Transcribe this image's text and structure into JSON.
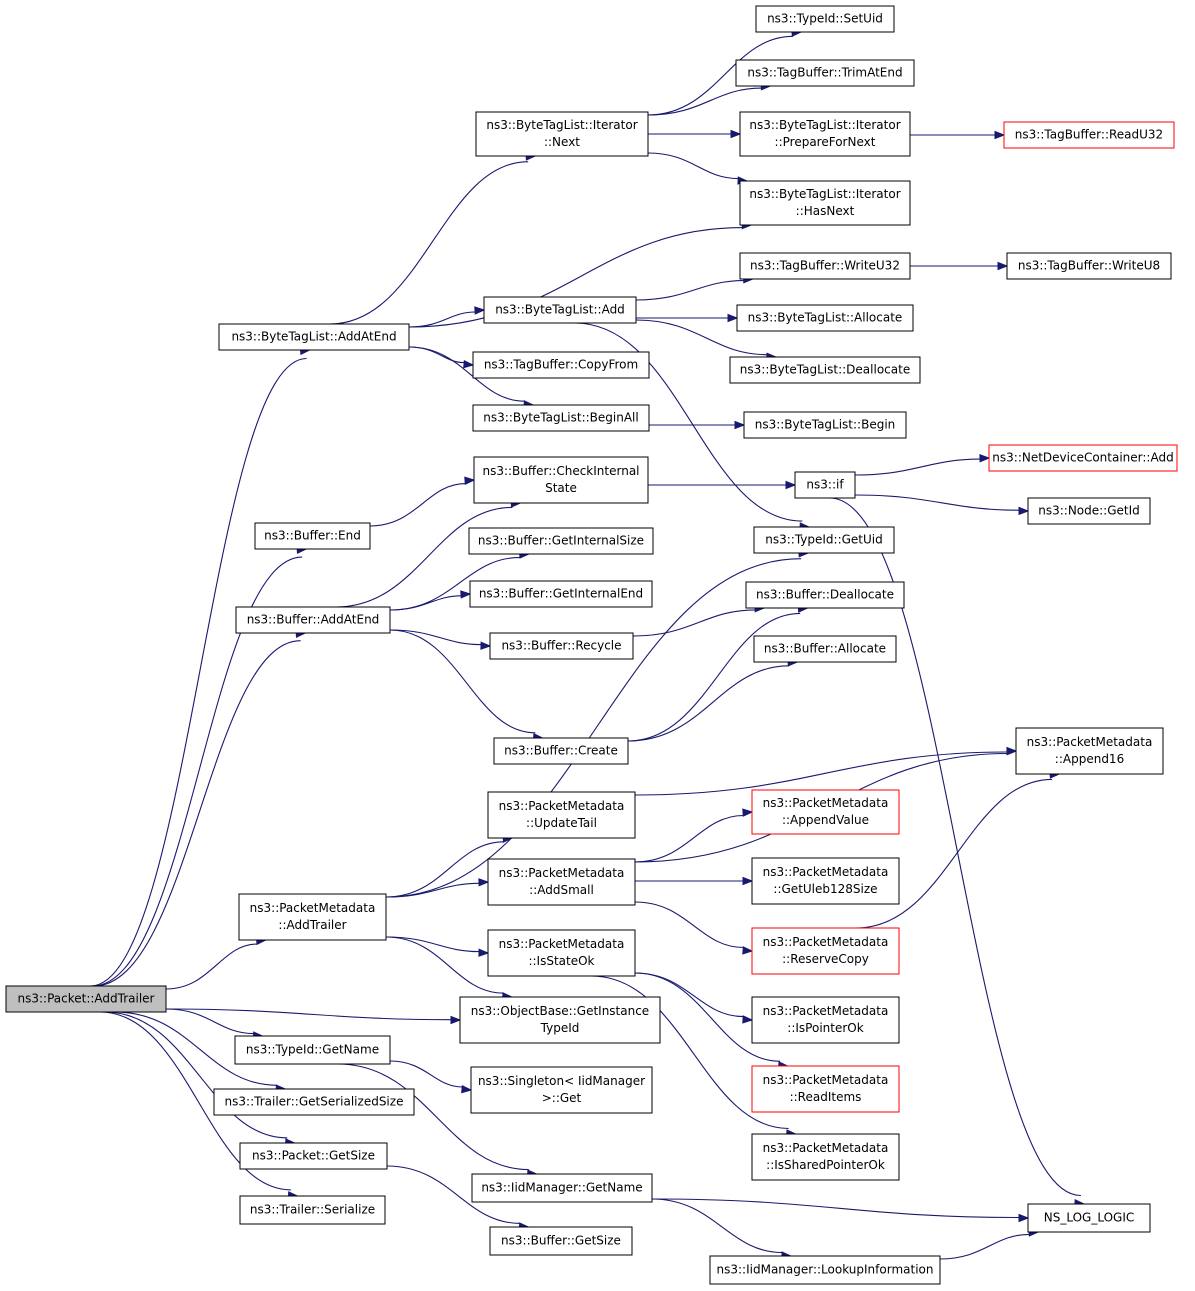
{
  "colors": {
    "edge": "#191970",
    "border": "#000000",
    "external_border": "#ff0000",
    "root_fill": "#bfbfbf",
    "background": "#ffffff"
  },
  "nodes": [
    {
      "id": "root",
      "lines": [
        "ns3::Packet::AddTrailer"
      ],
      "root": true
    },
    {
      "id": "tid_setuid",
      "lines": [
        "ns3::TypeId::SetUid"
      ]
    },
    {
      "id": "tagbuf_trim",
      "lines": [
        "ns3::TagBuffer::TrimAtEnd"
      ]
    },
    {
      "id": "btl_iter_next",
      "lines": [
        "ns3::ByteTagList::Iterator",
        "::Next"
      ]
    },
    {
      "id": "btl_iter_prep",
      "lines": [
        "ns3::ByteTagList::Iterator",
        "::PrepareForNext"
      ]
    },
    {
      "id": "tagbuf_readu32",
      "lines": [
        "ns3::TagBuffer::ReadU32"
      ],
      "external": true
    },
    {
      "id": "btl_iter_hasnext",
      "lines": [
        "ns3::ByteTagList::Iterator",
        "::HasNext"
      ]
    },
    {
      "id": "tagbuf_writeu32",
      "lines": [
        "ns3::TagBuffer::WriteU32"
      ]
    },
    {
      "id": "tagbuf_writeu8",
      "lines": [
        "ns3::TagBuffer::WriteU8"
      ]
    },
    {
      "id": "btl_add",
      "lines": [
        "ns3::ByteTagList::Add"
      ]
    },
    {
      "id": "btl_allocate",
      "lines": [
        "ns3::ByteTagList::Allocate"
      ]
    },
    {
      "id": "btl_addatend",
      "lines": [
        "ns3::ByteTagList::AddAtEnd"
      ]
    },
    {
      "id": "tagbuf_copyfrom",
      "lines": [
        "ns3::TagBuffer::CopyFrom"
      ]
    },
    {
      "id": "btl_deallocate",
      "lines": [
        "ns3::ByteTagList::Deallocate"
      ]
    },
    {
      "id": "btl_beginall",
      "lines": [
        "ns3::ByteTagList::BeginAll"
      ]
    },
    {
      "id": "btl_begin",
      "lines": [
        "ns3::ByteTagList::Begin"
      ]
    },
    {
      "id": "buf_check",
      "lines": [
        "ns3::Buffer::CheckInternal",
        "State"
      ]
    },
    {
      "id": "ns3_if",
      "lines": [
        "ns3::if"
      ]
    },
    {
      "id": "ndc_add",
      "lines": [
        "ns3::NetDeviceContainer::Add"
      ],
      "external": true
    },
    {
      "id": "node_getid",
      "lines": [
        "ns3::Node::GetId"
      ]
    },
    {
      "id": "buf_end",
      "lines": [
        "ns3::Buffer::End"
      ]
    },
    {
      "id": "buf_getintsize",
      "lines": [
        "ns3::Buffer::GetInternalSize"
      ]
    },
    {
      "id": "tid_getuid",
      "lines": [
        "ns3::TypeId::GetUid"
      ]
    },
    {
      "id": "buf_getintend",
      "lines": [
        "ns3::Buffer::GetInternalEnd"
      ]
    },
    {
      "id": "buf_dealloc",
      "lines": [
        "ns3::Buffer::Deallocate"
      ]
    },
    {
      "id": "buf_addatend",
      "lines": [
        "ns3::Buffer::AddAtEnd"
      ]
    },
    {
      "id": "buf_recycle",
      "lines": [
        "ns3::Buffer::Recycle"
      ]
    },
    {
      "id": "buf_alloc",
      "lines": [
        "ns3::Buffer::Allocate"
      ]
    },
    {
      "id": "buf_create",
      "lines": [
        "ns3::Buffer::Create"
      ]
    },
    {
      "id": "pm_append16",
      "lines": [
        "ns3::PacketMetadata",
        "::Append16"
      ]
    },
    {
      "id": "pm_updatetail",
      "lines": [
        "ns3::PacketMetadata",
        "::UpdateTail"
      ]
    },
    {
      "id": "pm_appendvalue",
      "lines": [
        "ns3::PacketMetadata",
        "::AppendValue"
      ],
      "external": true
    },
    {
      "id": "pm_addsmall",
      "lines": [
        "ns3::PacketMetadata",
        "::AddSmall"
      ]
    },
    {
      "id": "pm_getuleb",
      "lines": [
        "ns3::PacketMetadata",
        "::GetUleb128Size"
      ]
    },
    {
      "id": "pm_addtrailer",
      "lines": [
        "ns3::PacketMetadata",
        "::AddTrailer"
      ]
    },
    {
      "id": "pm_isstateok",
      "lines": [
        "ns3::PacketMetadata",
        "::IsStateOk"
      ]
    },
    {
      "id": "pm_reservecopy",
      "lines": [
        "ns3::PacketMetadata",
        "::ReserveCopy"
      ],
      "external": true
    },
    {
      "id": "ob_getinst",
      "lines": [
        "ns3::ObjectBase::GetInstance",
        "TypeId"
      ]
    },
    {
      "id": "pm_ispointerok",
      "lines": [
        "ns3::PacketMetadata",
        "::IsPointerOk"
      ]
    },
    {
      "id": "tid_getname",
      "lines": [
        "ns3::TypeId::GetName"
      ]
    },
    {
      "id": "singleton_get",
      "lines": [
        "ns3::Singleton< IidManager",
        ">::Get"
      ]
    },
    {
      "id": "pm_readitems",
      "lines": [
        "ns3::PacketMetadata",
        "::ReadItems"
      ],
      "external": true
    },
    {
      "id": "trailer_getsersize",
      "lines": [
        "ns3::Trailer::GetSerializedSize"
      ]
    },
    {
      "id": "pm_issharedptr",
      "lines": [
        "ns3::PacketMetadata",
        "::IsSharedPointerOk"
      ]
    },
    {
      "id": "packet_getsize",
      "lines": [
        "ns3::Packet::GetSize"
      ]
    },
    {
      "id": "iid_getname",
      "lines": [
        "ns3::IidManager::GetName"
      ]
    },
    {
      "id": "ns_log_logic",
      "lines": [
        "NS_LOG_LOGIC"
      ]
    },
    {
      "id": "trailer_serialize",
      "lines": [
        "ns3::Trailer::Serialize"
      ]
    },
    {
      "id": "buf_getsize",
      "lines": [
        "ns3::Buffer::GetSize"
      ]
    },
    {
      "id": "iid_lookup",
      "lines": [
        "ns3::IidManager::LookupInformation"
      ]
    }
  ],
  "edges": [
    [
      "root",
      "btl_addatend"
    ],
    [
      "root",
      "buf_end"
    ],
    [
      "root",
      "buf_addatend"
    ],
    [
      "root",
      "pm_addtrailer"
    ],
    [
      "root",
      "ob_getinst"
    ],
    [
      "root",
      "tid_getname"
    ],
    [
      "root",
      "trailer_getsersize"
    ],
    [
      "root",
      "packet_getsize"
    ],
    [
      "root",
      "trailer_serialize"
    ],
    [
      "btl_addatend",
      "btl_iter_next"
    ],
    [
      "btl_addatend",
      "btl_iter_hasnext"
    ],
    [
      "btl_addatend",
      "btl_add"
    ],
    [
      "btl_addatend",
      "tagbuf_copyfrom"
    ],
    [
      "btl_addatend",
      "btl_beginall"
    ],
    [
      "btl_iter_next",
      "tid_setuid"
    ],
    [
      "btl_iter_next",
      "tagbuf_trim"
    ],
    [
      "btl_iter_next",
      "btl_iter_prep"
    ],
    [
      "btl_iter_next",
      "btl_iter_hasnext"
    ],
    [
      "btl_iter_prep",
      "tagbuf_readu32"
    ],
    [
      "btl_add",
      "tagbuf_writeu32"
    ],
    [
      "btl_add",
      "btl_allocate"
    ],
    [
      "btl_add",
      "btl_deallocate"
    ],
    [
      "btl_add",
      "tid_getuid"
    ],
    [
      "tagbuf_writeu32",
      "tagbuf_writeu8"
    ],
    [
      "btl_beginall",
      "btl_begin"
    ],
    [
      "buf_end",
      "buf_check"
    ],
    [
      "buf_check",
      "ns3_if"
    ],
    [
      "ns3_if",
      "ndc_add"
    ],
    [
      "ns3_if",
      "node_getid"
    ],
    [
      "ns3_if",
      "ns_log_logic"
    ],
    [
      "buf_addatend",
      "buf_check"
    ],
    [
      "buf_addatend",
      "buf_getintsize"
    ],
    [
      "buf_addatend",
      "buf_getintend"
    ],
    [
      "buf_addatend",
      "buf_recycle"
    ],
    [
      "buf_addatend",
      "buf_create"
    ],
    [
      "buf_recycle",
      "buf_dealloc"
    ],
    [
      "buf_create",
      "buf_dealloc"
    ],
    [
      "buf_create",
      "buf_alloc"
    ],
    [
      "pm_addtrailer",
      "tid_getuid"
    ],
    [
      "pm_addtrailer",
      "pm_updatetail"
    ],
    [
      "pm_addtrailer",
      "pm_addsmall"
    ],
    [
      "pm_addtrailer",
      "pm_isstateok"
    ],
    [
      "pm_addtrailer",
      "ob_getinst"
    ],
    [
      "pm_updatetail",
      "pm_append16"
    ],
    [
      "pm_addsmall",
      "pm_append16"
    ],
    [
      "pm_addsmall",
      "pm_appendvalue"
    ],
    [
      "pm_addsmall",
      "pm_getuleb"
    ],
    [
      "pm_addsmall",
      "pm_reservecopy"
    ],
    [
      "pm_reservecopy",
      "pm_append16"
    ],
    [
      "pm_isstateok",
      "pm_ispointerok"
    ],
    [
      "pm_isstateok",
      "pm_readitems"
    ],
    [
      "pm_isstateok",
      "pm_issharedptr"
    ],
    [
      "tid_getname",
      "singleton_get"
    ],
    [
      "tid_getname",
      "iid_getname"
    ],
    [
      "iid_getname",
      "ns_log_logic"
    ],
    [
      "iid_getname",
      "iid_lookup"
    ],
    [
      "iid_lookup",
      "ns_log_logic"
    ],
    [
      "packet_getsize",
      "buf_getsize"
    ]
  ]
}
